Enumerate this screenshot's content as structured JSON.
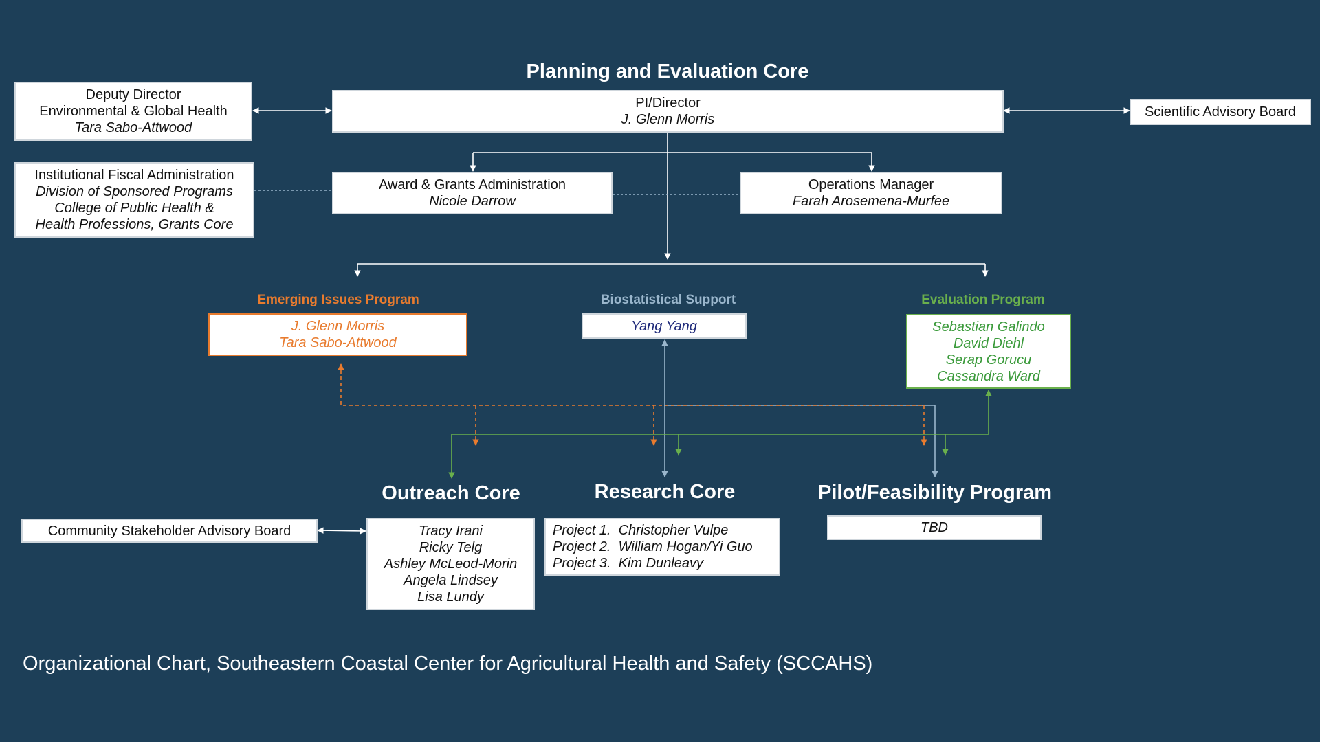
{
  "title": "Planning and Evaluation Core",
  "pi": {
    "role": "PI/Director",
    "name": "J. Glenn Morris"
  },
  "deputy": {
    "role": "Deputy Director",
    "dept": "Environmental & Global Health",
    "name": "Tara Sabo-Attwood"
  },
  "sab": {
    "label": "Scientific Advisory Board"
  },
  "fiscal": {
    "line1": "Institutional Fiscal Administration",
    "line2": "Division of Sponsored Programs",
    "line3": "College of Public Health &",
    "line4": "Health Professions, Grants Core"
  },
  "grants": {
    "role": "Award & Grants Administration",
    "name": "Nicole Darrow"
  },
  "ops": {
    "role": "Operations Manager",
    "name": "Farah Arosemena-Murfee"
  },
  "emerging": {
    "label": "Emerging Issues Program",
    "names": [
      "J. Glenn Morris",
      "Tara Sabo-Attwood"
    ],
    "color": "#e87b2e"
  },
  "biostat": {
    "label": "Biostatistical Support",
    "names": [
      "Yang Yang"
    ],
    "color": "#9ab6cc",
    "name_color": "#1f2a7a"
  },
  "evaluation": {
    "label": "Evaluation Program",
    "names": [
      "Sebastian Galindo",
      "David Diehl",
      "Serap Gorucu",
      "Cassandra Ward"
    ],
    "color": "#6ab04c",
    "name_color": "#3a9a3a"
  },
  "outreach": {
    "label": "Outreach Core",
    "names": [
      "Tracy Irani",
      "Ricky Telg",
      "Ashley McLeod-Morin",
      "Angela Lindsey",
      "Lisa Lundy"
    ]
  },
  "research": {
    "label": "Research Core",
    "projects": [
      "Project 1.  Christopher Vulpe",
      "Project 2.  William Hogan/Yi Guo",
      "Project 3.  Kim Dunleavy"
    ]
  },
  "pilot": {
    "label": "Pilot/Feasibility Program",
    "names": [
      "TBD"
    ]
  },
  "community": {
    "label": "Community Stakeholder Advisory Board"
  },
  "caption": "Organizational Chart, Southeastern Coastal Center for Agricultural Health and Safety (SCCAHS)"
}
